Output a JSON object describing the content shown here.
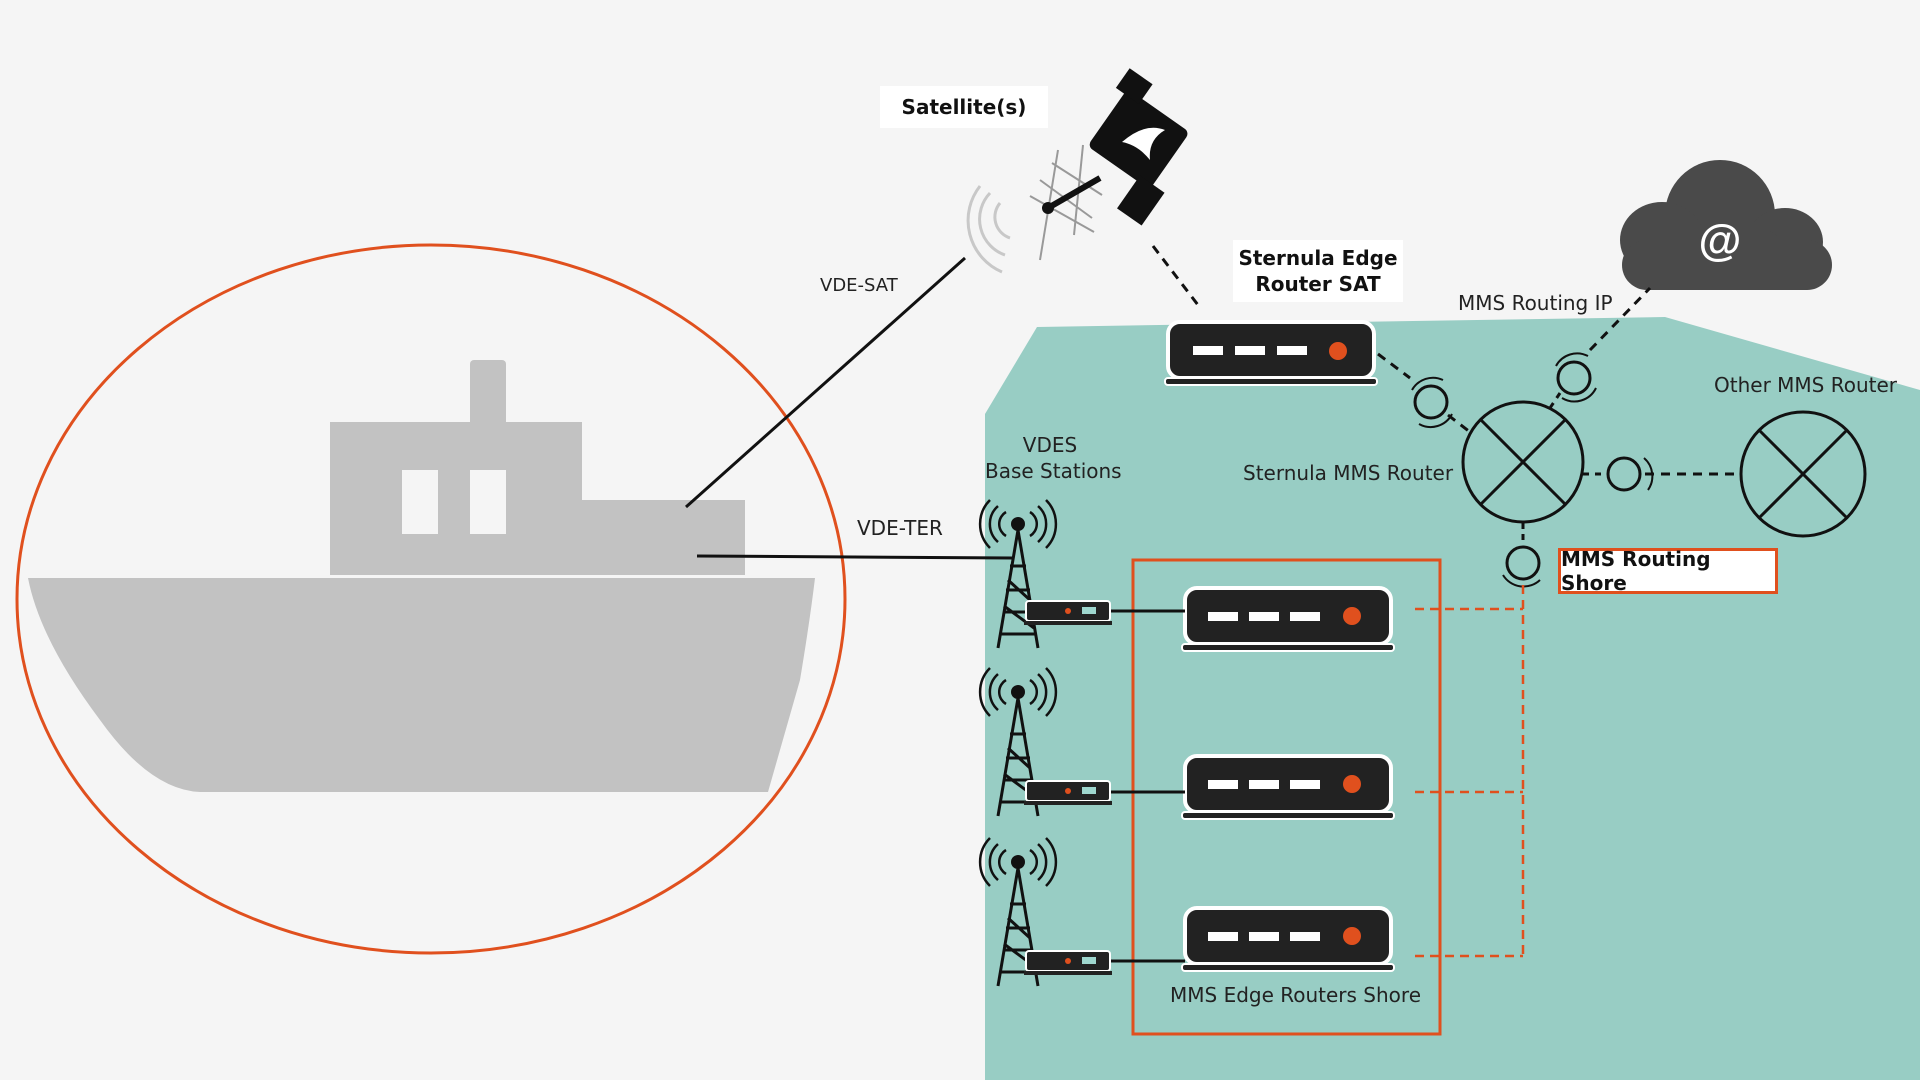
{
  "colors": {
    "background": "#f5f5f5",
    "shore": "#98cdc4",
    "accent": "#e0501e",
    "ship": "#c2c2c2",
    "device": "#222222",
    "cloud": "#4a4a4a"
  },
  "labels": {
    "satellite": "Satellite(s)",
    "vde_sat": "VDE-SAT",
    "vde_ter": "VDE-TER",
    "edge_router_sat_line1": "Sternula Edge",
    "edge_router_sat_line2": "Router SAT",
    "mms_routing_ip": "MMS Routing IP",
    "other_mms_router": "Other MMS Router",
    "vdes_line1": "VDES",
    "vdes_line2": "Base Stations",
    "sternula_mms_router": "Sternula MMS Router",
    "mms_routing_shore": "MMS Routing Shore",
    "mms_edge_routers_shore": "MMS Edge Routers Shore",
    "cloud_symbol": "@"
  },
  "icons": [
    "satellite-icon",
    "cloud-icon",
    "router-icon",
    "radio-tower-icon",
    "mms-router-icon",
    "ship-icon"
  ]
}
